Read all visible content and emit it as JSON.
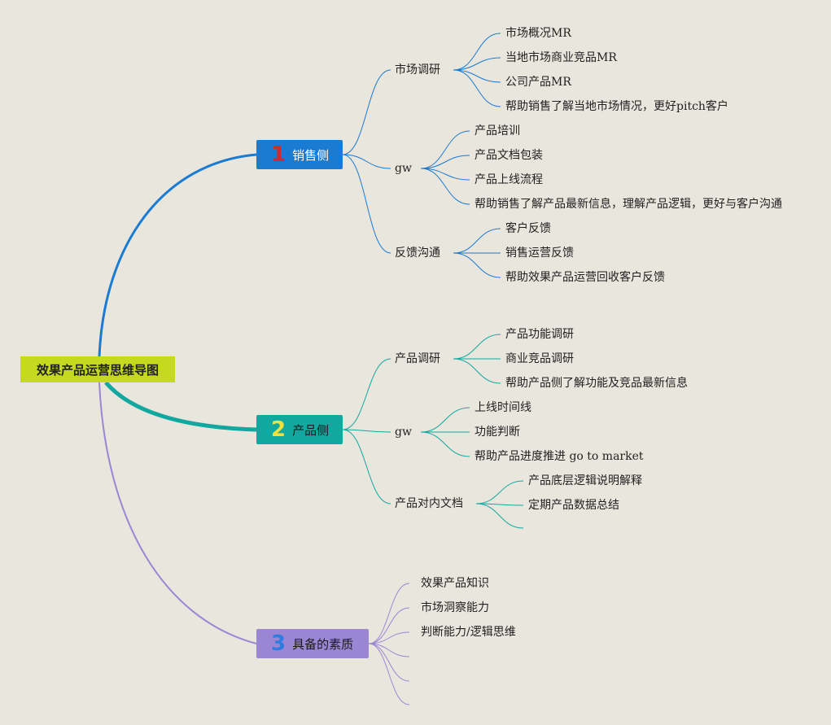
{
  "root": {
    "label": "效果产品运营思维导图"
  },
  "branches": [
    {
      "num": "1",
      "label": "销售侧",
      "color": "#1a7bd3",
      "children": [
        {
          "label": "市场调研",
          "leaves": [
            "市场概况MR",
            "当地市场商业竞品MR",
            "公司产品MR",
            "帮助销售了解当地市场情况，更好pitch客户"
          ]
        },
        {
          "label": "gw",
          "leaves": [
            "产品培训",
            "产品文档包装",
            "产品上线流程",
            "帮助销售了解产品最新信息，理解产品逻辑，更好与客户沟通"
          ]
        },
        {
          "label": "反馈沟通",
          "leaves": [
            "客户反馈",
            "销售运营反馈",
            "帮助效果产品运营回收客户反馈"
          ]
        }
      ]
    },
    {
      "num": "2",
      "label": "产品侧",
      "color": "#11a8a0",
      "children": [
        {
          "label": "产品调研",
          "leaves": [
            "产品功能调研",
            "商业竞品调研",
            "帮助产品侧了解功能及竞品最新信息"
          ]
        },
        {
          "label": "gw",
          "leaves": [
            "上线时间线",
            "功能判断",
            "帮助产品进度推进 go to market"
          ]
        },
        {
          "label": "产品对内文档",
          "leaves": [
            "产品底层逻辑说明解释",
            "定期产品数据总结",
            ""
          ]
        }
      ]
    },
    {
      "num": "3",
      "label": "具备的素质",
      "color": "#9b86d4",
      "leaves": [
        "效果产品知识",
        "市场洞察能力",
        "判断能力/逻辑思维",
        "",
        "",
        ""
      ]
    }
  ]
}
